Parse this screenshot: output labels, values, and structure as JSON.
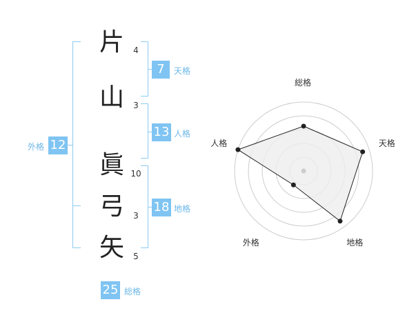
{
  "name_chars": [
    {
      "char": "片",
      "strokes": "4"
    },
    {
      "char": "山",
      "strokes": "3"
    },
    {
      "char": "眞",
      "strokes": "10"
    },
    {
      "char": "弓",
      "strokes": "3"
    },
    {
      "char": "矢",
      "strokes": "5"
    }
  ],
  "kaku": {
    "tenkaku": {
      "value": "7",
      "label": "天格"
    },
    "jinkaku": {
      "value": "13",
      "label": "人格"
    },
    "chikaku": {
      "value": "18",
      "label": "地格"
    },
    "gaikaku": {
      "value": "12",
      "label": "外格"
    },
    "soukaku": {
      "value": "25",
      "label": "総格"
    }
  },
  "radar": {
    "axes": [
      "総格",
      "天格",
      "地格",
      "外格",
      "人格"
    ],
    "levels": 5,
    "values": [
      0.65,
      0.9,
      0.9,
      0.25,
      1.0
    ],
    "colors": {
      "grid": "#cccccc",
      "fill": "#eeeeee",
      "line": "#222222",
      "center": "#cccccc"
    }
  }
}
